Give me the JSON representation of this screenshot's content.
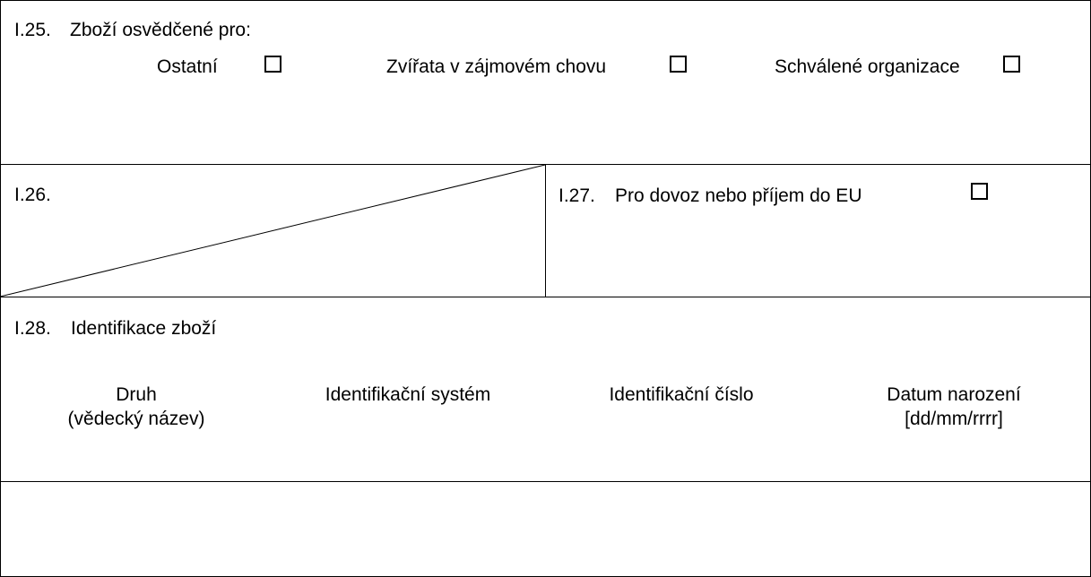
{
  "s125": {
    "code": "I.25.",
    "title": "Zboží osvědčené pro:",
    "opt1": "Ostatní",
    "opt2": "Zvířata v zájmovém chovu",
    "opt3": "Schválené organizace"
  },
  "s126": {
    "code": "I.26."
  },
  "s127": {
    "code": "I.27.",
    "title": "Pro dovoz nebo příjem do EU"
  },
  "s128": {
    "code": "I.28.",
    "title": "Identifikace zboží",
    "col1_line1": "Druh",
    "col1_line2": "(vědecký název)",
    "col2": "Identifikační systém",
    "col3": "Identifikační číslo",
    "col4_line1": "Datum narození",
    "col4_line2": "[dd/mm/rrrr]"
  }
}
